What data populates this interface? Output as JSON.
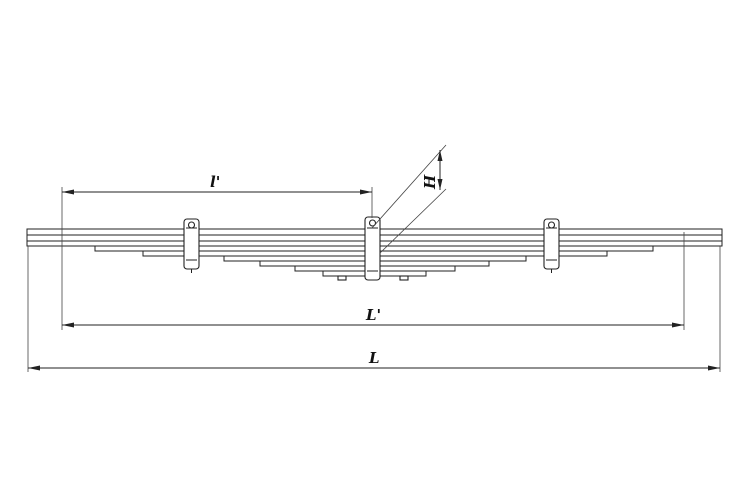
{
  "labels": {
    "l_prime": "l'",
    "L_prime": "L'",
    "L": "L",
    "H": "H"
  },
  "colors": {
    "line": "#222222",
    "background": "#ffffff"
  }
}
